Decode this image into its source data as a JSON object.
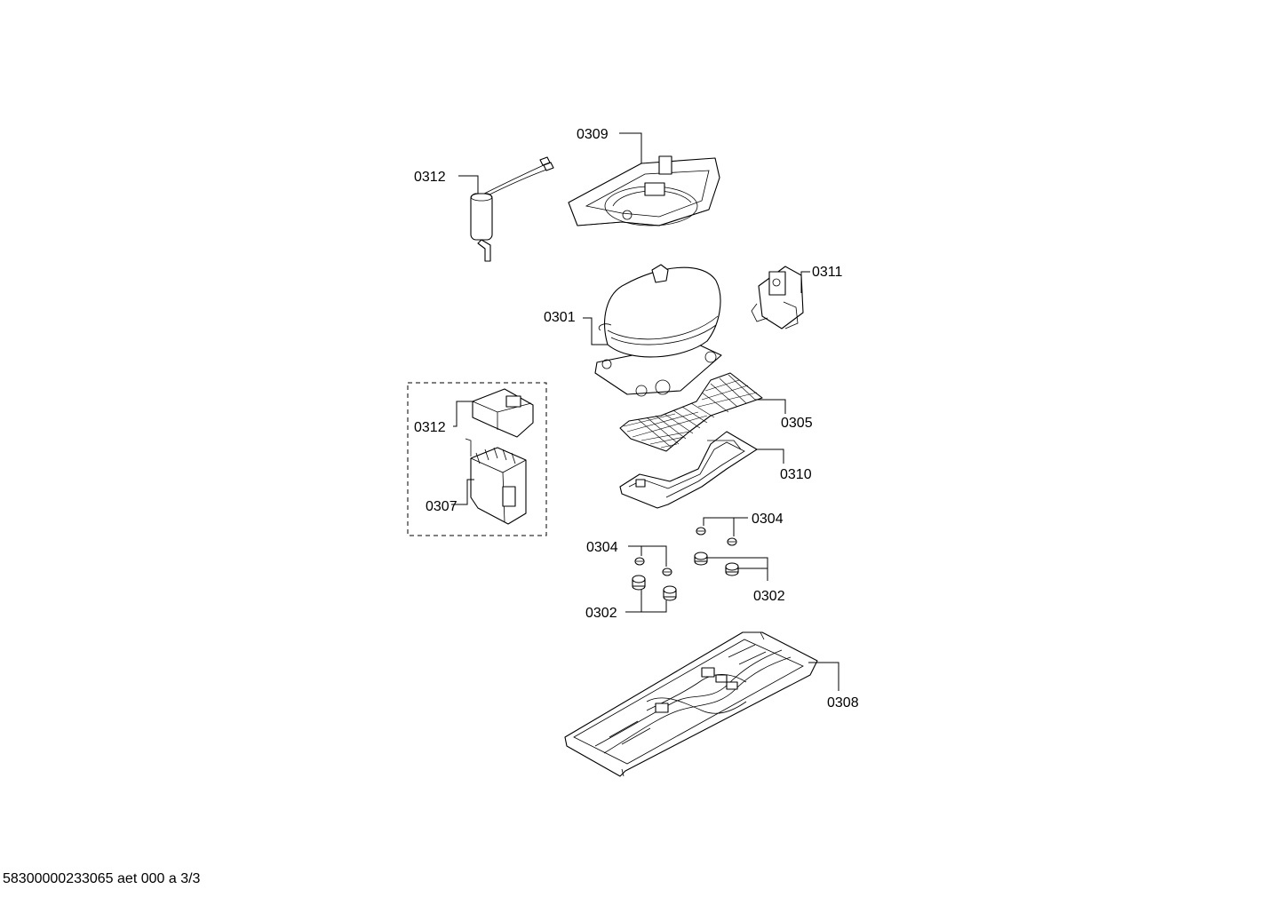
{
  "callouts": {
    "c0309": "0309",
    "c0312_top": "0312",
    "c0311": "0311",
    "c0301": "0301",
    "c0312_box": "0312",
    "c0307": "0307",
    "c0305": "0305",
    "c0310": "0310",
    "c0304_right": "0304",
    "c0304_left": "0304",
    "c0302_right": "0302",
    "c0302_left": "0302",
    "c0308": "0308"
  },
  "footer": {
    "doc_id": "58300000233065 aet 000 a 3/3"
  }
}
